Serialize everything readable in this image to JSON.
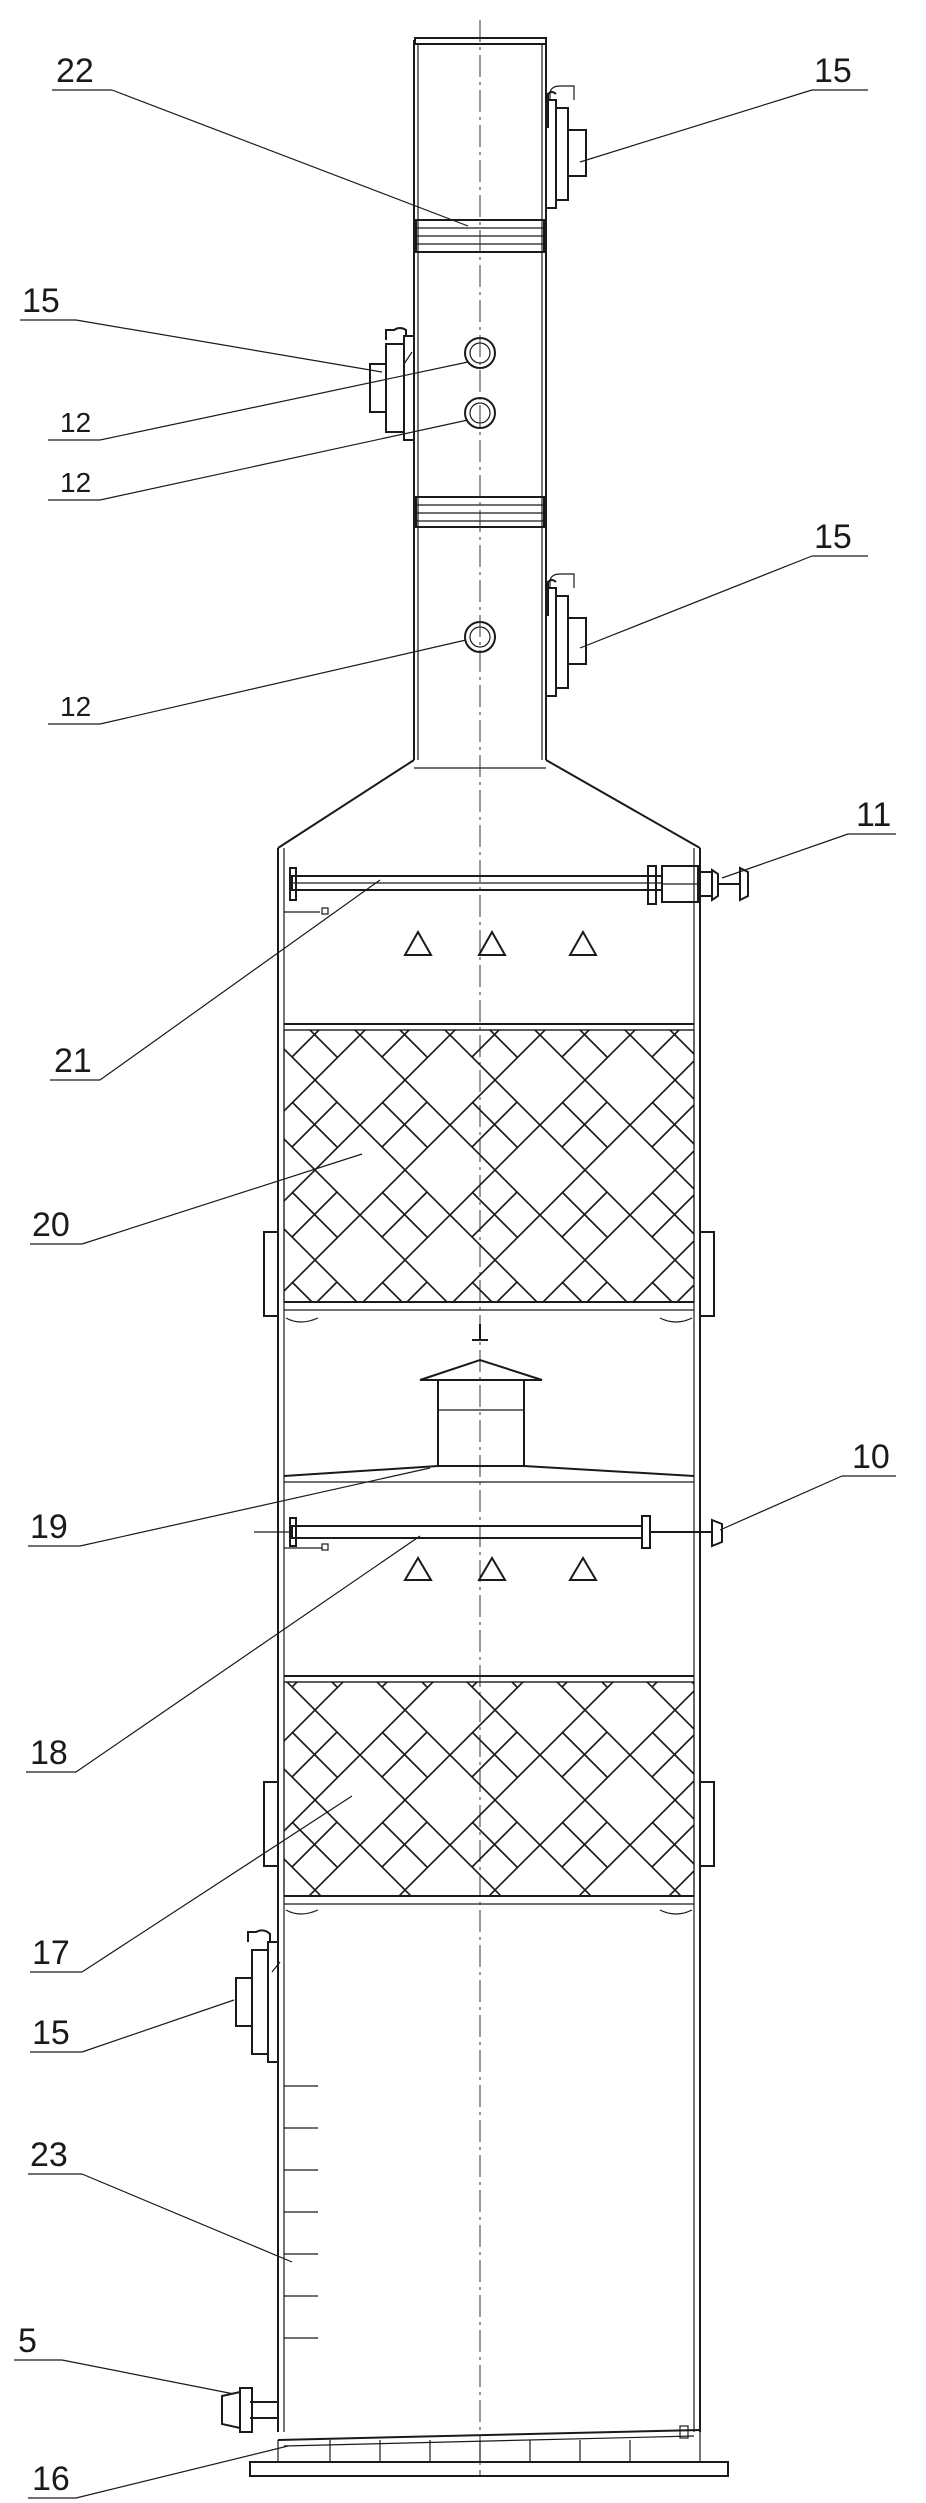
{
  "labels": {
    "l22": "22",
    "l15a": "15",
    "l15b": "15",
    "l12a": "12",
    "l12b": "12",
    "l15c": "15",
    "l12c": "12",
    "l11": "11",
    "l21": "21",
    "l20": "20",
    "l10": "10",
    "l19": "19",
    "l18": "18",
    "l17": "17",
    "l15d": "15",
    "l23": "23",
    "l5": "5",
    "l16": "16"
  }
}
